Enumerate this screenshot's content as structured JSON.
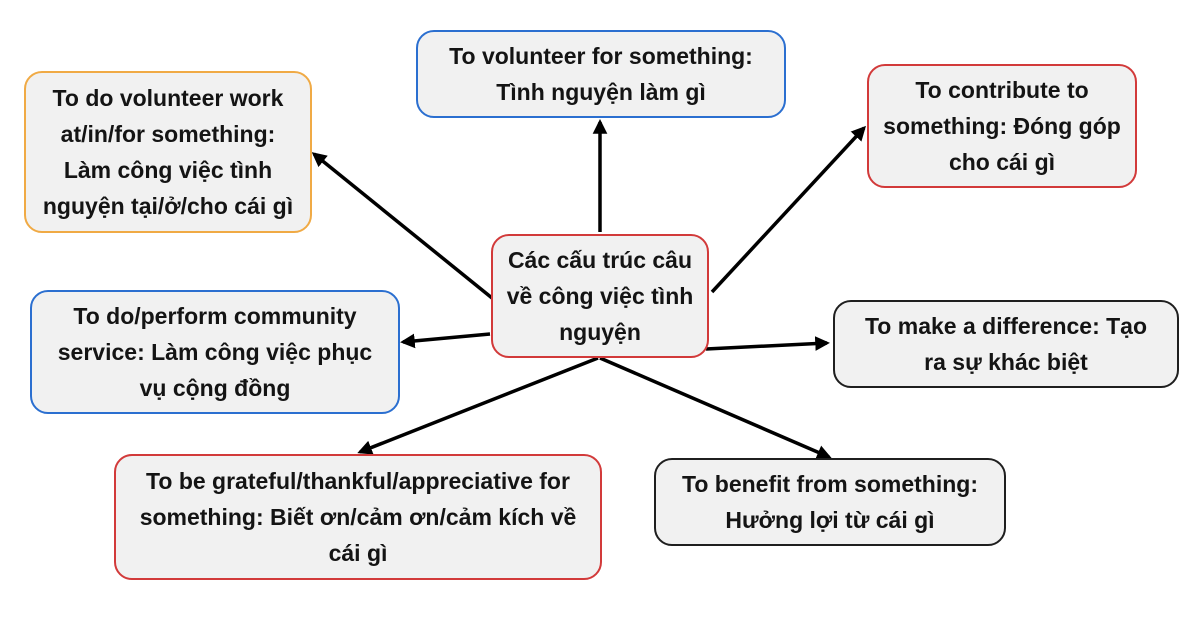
{
  "center": {
    "text": "Các cấu trúc câu\nvề công việc tình\nnguyện",
    "border_color": "#d23a3a"
  },
  "nodes": {
    "volunteer_for": {
      "text": "To volunteer for something:\nTình nguyện làm gì",
      "border_color": "#2b6fd0"
    },
    "volunteer_work": {
      "text": "To do volunteer work\nat/in/for something:\nLàm công việc tình\nnguyện tại/ở/cho cái gì",
      "border_color": "#f0aa45"
    },
    "contribute": {
      "text": "To contribute to\nsomething: Đóng góp\ncho cái gì",
      "border_color": "#d23a3a"
    },
    "community_service": {
      "text": "To do/perform community\nservice: Làm công việc phục\nvụ cộng đồng",
      "border_color": "#2b6fd0"
    },
    "make_difference": {
      "text": "To make a difference: Tạo\nra sự khác biệt",
      "border_color": "#1f1f1f"
    },
    "grateful": {
      "text": "To be grateful/thankful/appreciative for\nsomething: Biết ơn/cảm ơn/cảm kích về\ncái gì",
      "border_color": "#d23a3a"
    },
    "benefit": {
      "text": "To benefit from something:\nHưởng lợi từ cái gì",
      "border_color": "#1f1f1f"
    }
  },
  "arrow_color": "#000000",
  "background": "#ffffff",
  "box_fill": "#f1f1f1"
}
